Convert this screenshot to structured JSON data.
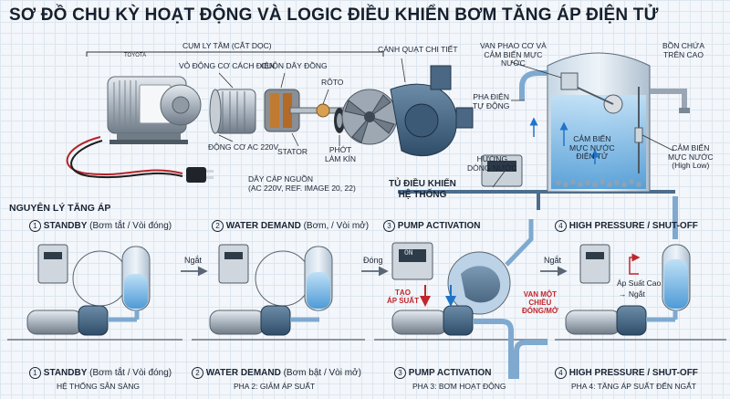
{
  "title": "SƠ ĐỒ CHU KỲ HOẠT ĐỘNG VÀ LOGIC ĐIỀU KHIỂN BƠM TĂNG ÁP ĐIỆN TỬ",
  "top": {
    "assembly_label": "CỤM LY TÂM (CẮT DỌC)",
    "motor_housing": "VỎ ĐỘNG CƠ CÁCH ĐIỆN",
    "copper_coil": "CUỘN DÂY ĐỒNG",
    "rotor": "RÔTO",
    "impeller": "CÁNH QUẠT CHI TIẾT",
    "ac_motor": "ĐỘNG CƠ AC 220V",
    "stator": "STATOR",
    "seal": "PHỚT\nLÀM KÍN",
    "power_cable": "DÂY CÁP NGUỒN\n(AC 220V, REF. IMAGE 20, 22)",
    "control_box": "TỦ ĐIỀU KHIỂN\nHỆ THỐNG",
    "float_valve": "VAN PHAO CƠ VÀ\nCẢM BIẾN MỰC\nNƯỚC",
    "tank": "BỒN CHỨA\nTRÊN CAO",
    "auto_phase": "PHA ĐIỆN\nTỰ ĐỘNG",
    "flow_direction": "HƯỚNG\nDÒNG NƯỚC",
    "electronic_sensor": "CẢM BIẾN\nMỰC NƯỚC\nĐIỆN TỬ",
    "level_sensor": "CẢM BIẾN\nMỰC NƯỚC\n(High Low)",
    "motor_brand": "TOYOTA"
  },
  "section_title": "NGUYÊN LÝ TĂNG ÁP",
  "steps": [
    {
      "num": "1",
      "name": "STANDBY",
      "top_note": "(Bơm tắt / Vòi đóng)",
      "bottom_note": "(Bơm tắt / Vòi đóng)",
      "phase": "HỆ THỐNG SẴN SÀNG"
    },
    {
      "num": "2",
      "name": "WATER DEMAND",
      "top_note": "(Bơm, / Vòi mở)",
      "bottom_note": "(Bơm bật / Vòi mở)",
      "phase": "PHA 2: GIẢM ÁP SUẤT"
    },
    {
      "num": "3",
      "name": "PUMP ACTIVATION",
      "top_note": "",
      "bottom_note": "",
      "phase": "PHA 3: BƠM HOẠT ĐỘNG"
    },
    {
      "num": "4",
      "name": "HIGH PRESSURE / SHUT-OFF",
      "top_note": "",
      "bottom_note": "",
      "phase": "PHA 4: TĂNG ÁP SUẤT ĐẾN NGẮT"
    }
  ],
  "transitions": [
    "Ngắt",
    "Đóng",
    "Ngắt"
  ],
  "annotations": {
    "display": "ON",
    "create_pressure": "TẠO\nÁP SUẤT",
    "check_valve": "VAN MỘT\nCHIỀU\nĐÓNG/MỞ",
    "high_pressure": "Áp Suất Cao",
    "cut_off": "→ Ngắt"
  },
  "colors": {
    "title": "#16202e",
    "water": "#5aa7e0",
    "accent_red": "#c0262b",
    "metal": "#9aa6b3",
    "tank_blue": "#cfe4f6"
  }
}
